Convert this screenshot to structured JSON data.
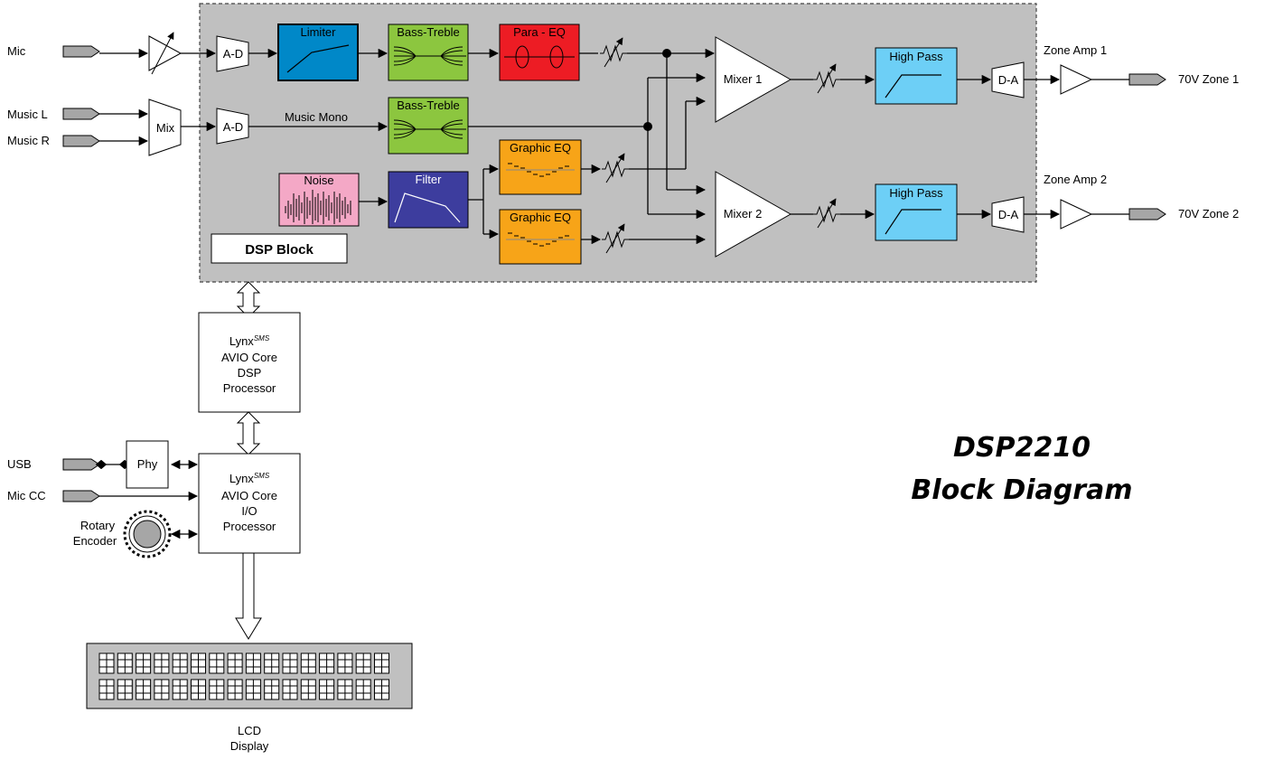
{
  "title": {
    "line1": "DSP2210",
    "line2": "Block Diagram"
  },
  "inputs": {
    "mic": "Mic",
    "music_l": "Music L",
    "music_r": "Music R",
    "usb": "USB",
    "mic_cc": "Mic CC",
    "rotary_1": "Rotary",
    "rotary_2": "Encoder"
  },
  "outputs": {
    "zone1": "70V Zone 1",
    "zone2": "70V Zone 2",
    "zone_amp1": "Zone Amp 1",
    "zone_amp2": "Zone Amp 2"
  },
  "blocks": {
    "adc": "A-D",
    "mix": "Mix",
    "limiter": "Limiter",
    "bass_treble": "Bass-Treble",
    "para_eq": "Para - EQ",
    "music_mono": "Music Mono",
    "noise": "Noise",
    "filter": "Filter",
    "graphic_eq": "Graphic EQ",
    "mixer1": "Mixer 1",
    "mixer2": "Mixer 2",
    "high_pass": "High Pass",
    "dac": "D-A",
    "dsp_block": "DSP Block",
    "phy": "Phy"
  },
  "processors": {
    "dsp": {
      "brand": "Lynx",
      "sup": "SMS",
      "line2": "AVIO Core",
      "line3": "DSP",
      "line4": "Processor"
    },
    "io": {
      "brand": "Lynx",
      "sup": "SMS",
      "line2": "AVIO Core",
      "line3": "I/O",
      "line4": "Processor"
    }
  },
  "lcd": {
    "line1": "LCD",
    "line2": "Display"
  },
  "colors": {
    "dsp_area": "#c0c0c0",
    "limiter": "#0088c8",
    "bass_treble": "#8cc63f",
    "para_eq": "#ed1c24",
    "noise": "#f4a8c6",
    "filter": "#3d3d9e",
    "graphic_eq": "#f7a418",
    "high_pass": "#6dcff6",
    "connector": "#a6a6a6",
    "lcd": "#c0c0c0"
  }
}
